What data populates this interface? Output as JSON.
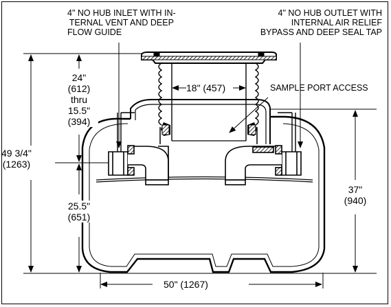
{
  "callouts": {
    "inlet": [
      "4\" NO HUB INLET WITH IN-",
      "TERNAL VENT AND DEEP",
      "FLOW GUIDE"
    ],
    "outlet": [
      "4\" NO HUB OUTLET WITH",
      "INTERNAL AIR RELIEF",
      "BYPASS AND DEEP SEAL TAP"
    ],
    "sample_port": "SAMPLE PORT ACCESS"
  },
  "dimensions": {
    "riser_width": "18\" (457)",
    "riser_height": [
      "24\"",
      "(612)",
      "thru",
      "15.5\"",
      "(394)"
    ],
    "overall_height": [
      "49 3/4\"",
      "(1263)"
    ],
    "inlet_height": [
      "25.5\"",
      "(651)"
    ],
    "outlet_height": [
      "37\"",
      "(940)"
    ],
    "overall_width": "50\" (1267)"
  }
}
